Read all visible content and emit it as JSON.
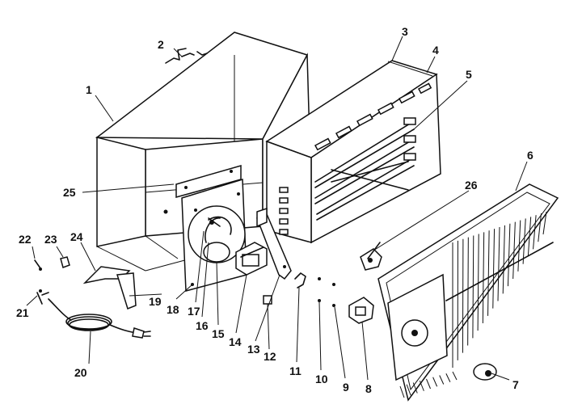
{
  "figure": {
    "callouts": [
      {
        "id": "1",
        "label": "1"
      },
      {
        "id": "2",
        "label": "2"
      },
      {
        "id": "3",
        "label": "3"
      },
      {
        "id": "4",
        "label": "4"
      },
      {
        "id": "5",
        "label": "5"
      },
      {
        "id": "6",
        "label": "6"
      },
      {
        "id": "7",
        "label": "7"
      },
      {
        "id": "8",
        "label": "8"
      },
      {
        "id": "9",
        "label": "9"
      },
      {
        "id": "10",
        "label": "10"
      },
      {
        "id": "11",
        "label": "11"
      },
      {
        "id": "12",
        "label": "12"
      },
      {
        "id": "13",
        "label": "13"
      },
      {
        "id": "14",
        "label": "14"
      },
      {
        "id": "15",
        "label": "15"
      },
      {
        "id": "16",
        "label": "16"
      },
      {
        "id": "17",
        "label": "17"
      },
      {
        "id": "18",
        "label": "18"
      },
      {
        "id": "19",
        "label": "19"
      },
      {
        "id": "20",
        "label": "20"
      },
      {
        "id": "21",
        "label": "21"
      },
      {
        "id": "22",
        "label": "22"
      },
      {
        "id": "23",
        "label": "23"
      },
      {
        "id": "24",
        "label": "24"
      },
      {
        "id": "25",
        "label": "25"
      },
      {
        "id": "26",
        "label": "26"
      }
    ]
  }
}
